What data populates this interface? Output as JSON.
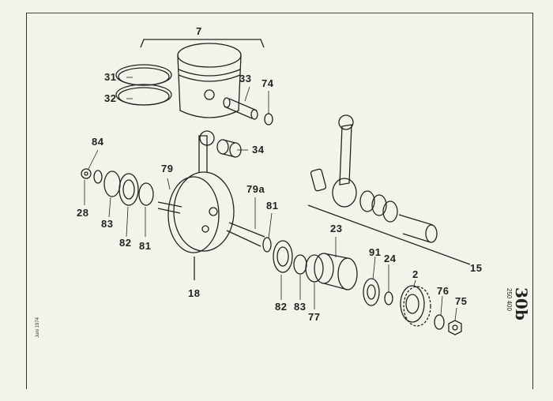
{
  "labels": {
    "p7": "7",
    "p31": "31",
    "p32": "32",
    "p33": "33",
    "p74": "74",
    "p34": "34",
    "p84": "84",
    "p79": "79",
    "p79a": "79a",
    "p81a": "81",
    "p81b": "81",
    "p28": "28",
    "p83a": "83",
    "p82a": "82",
    "p18": "18",
    "p82b": "82",
    "p83b": "83",
    "p77": "77",
    "p23": "23",
    "p91": "91",
    "p24": "24",
    "p2": "2",
    "p76": "76",
    "p75": "75",
    "p15": "15"
  },
  "footer": {
    "date": "Juni 1974",
    "page": "30b",
    "models": "250 400"
  }
}
